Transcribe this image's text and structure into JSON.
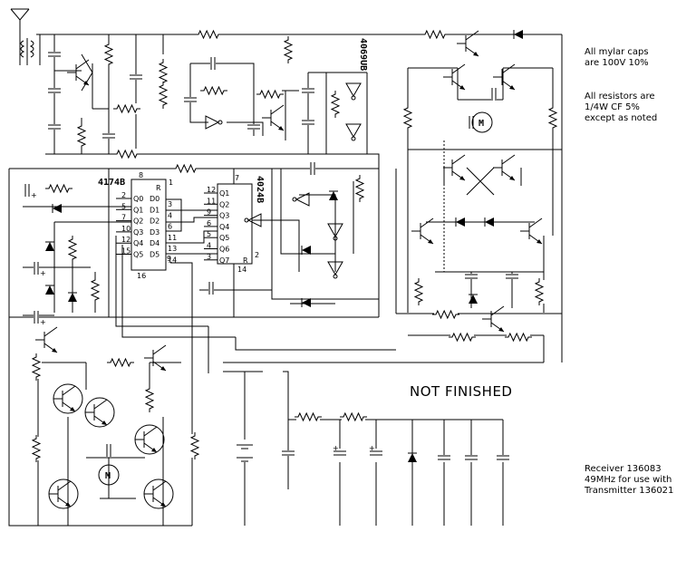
{
  "notes": {
    "mylar_caps": [
      "All mylar caps",
      "are 100V 10%"
    ],
    "resistors": [
      "All resistors are",
      "1/4W   CF   5%",
      "except as noted"
    ],
    "status": "NOT   FINISHED",
    "receiver": [
      "Receiver 136083",
      "49MHz for use with",
      "Transmitter 136021"
    ]
  },
  "chips": {
    "u1": {
      "part": "4174B",
      "supply_pin": "8",
      "reset_pin": "1",
      "reset_label": "R",
      "gnd_pin": "16",
      "inputs": [
        {
          "label": "D0",
          "pin": "3"
        },
        {
          "label": "D1",
          "pin": "4"
        },
        {
          "label": "D2",
          "pin": "6"
        },
        {
          "label": "D3",
          "pin": "11"
        },
        {
          "label": "D4",
          "pin": "13"
        },
        {
          "label": "D5",
          "pin": "14"
        }
      ],
      "outputs": [
        {
          "label": "Q0",
          "pin": "2"
        },
        {
          "label": "Q1",
          "pin": "5"
        },
        {
          "label": "Q2",
          "pin": "7"
        },
        {
          "label": "Q3",
          "pin": "10"
        },
        {
          "label": "Q4",
          "pin": "12"
        },
        {
          "label": "Q5",
          "pin": "15"
        }
      ],
      "clock_pin": "9"
    },
    "u2": {
      "part": "4024B",
      "supply_pin": "14",
      "top_pin": "7",
      "reset_label": "R",
      "reset_pin": "2",
      "inputs": [
        {
          "pin": "12"
        },
        {
          "pin": "11"
        },
        {
          "pin": "9"
        },
        {
          "pin": "6"
        },
        {
          "pin": "5"
        },
        {
          "pin": "4"
        },
        {
          "pin": "3"
        }
      ],
      "outputs": [
        "Q1",
        "Q2",
        "Q3",
        "Q4",
        "Q5",
        "Q6",
        "Q7"
      ]
    },
    "u3": {
      "part": "4069UB"
    }
  },
  "misc": {
    "motor": "M",
    "cap_polarity": "+"
  }
}
